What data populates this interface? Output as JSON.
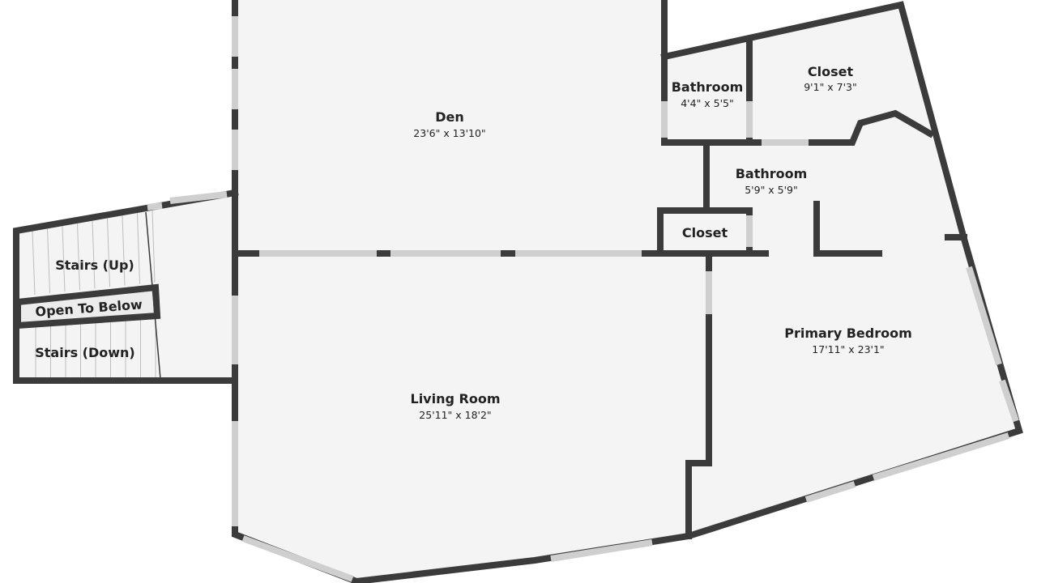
{
  "floorplan": {
    "rooms": {
      "den": {
        "name": "Den",
        "dims": "23'6\" x 13'10\""
      },
      "bathroom_small": {
        "name": "Bathroom",
        "dims": "4'4\" x 5'5\""
      },
      "closet_large": {
        "name": "Closet",
        "dims": "9'1\" x 7'3\""
      },
      "bathroom_main": {
        "name": "Bathroom",
        "dims": "5'9\" x 5'9\""
      },
      "closet_small": {
        "name": "Closet"
      },
      "stairs_up": {
        "name": "Stairs (Up)"
      },
      "open_to_below": {
        "name": "Open To Below"
      },
      "stairs_down": {
        "name": "Stairs (Down)"
      },
      "primary_bedroom": {
        "name": "Primary Bedroom",
        "dims": "17'11\" x 23'1\""
      },
      "living_room": {
        "name": "Living Room",
        "dims": "25'11\" x 18'2\""
      }
    },
    "colors": {
      "wall": "#3b3b3b",
      "floor": "#f4f4f4"
    }
  }
}
